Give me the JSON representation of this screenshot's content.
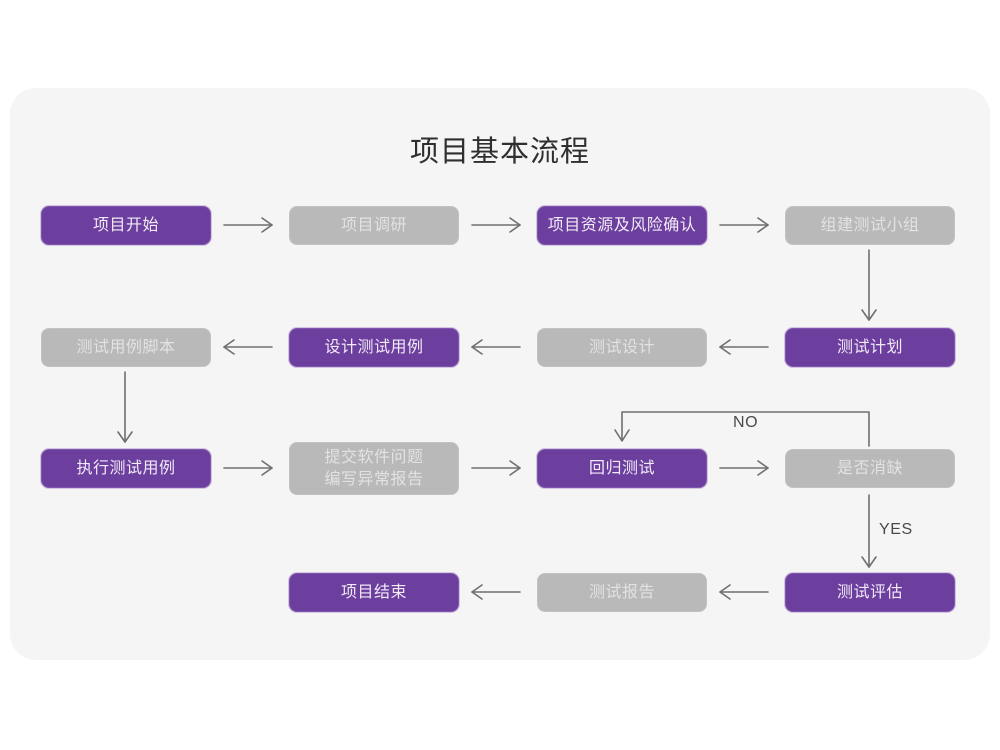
{
  "page": {
    "background": "#ffffff",
    "panel_color": "#f5f5f5"
  },
  "title": "项目基本流程",
  "theme": {
    "purple": "#6c3f9e",
    "purple_text": "#f2eaf8",
    "gray": "#b9b9b9",
    "gray_text": "#e2e2e2",
    "line": "#6f6f6f",
    "title_color": "#2f2f2f"
  },
  "chart_data": {
    "type": "diagram",
    "title": "项目基本流程",
    "nodes": [
      {
        "id": "n1",
        "label": "项目开始",
        "style": "purple",
        "row": 1,
        "col": 1
      },
      {
        "id": "n2",
        "label": "项目调研",
        "style": "gray",
        "row": 1,
        "col": 2
      },
      {
        "id": "n3",
        "label": "项目资源及风险确认",
        "style": "purple",
        "row": 1,
        "col": 3
      },
      {
        "id": "n4",
        "label": "组建测试小组",
        "style": "gray",
        "row": 1,
        "col": 4
      },
      {
        "id": "n5",
        "label": "测试用例脚本",
        "style": "gray",
        "row": 2,
        "col": 1
      },
      {
        "id": "n6",
        "label": "设计测试用例",
        "style": "purple",
        "row": 2,
        "col": 2
      },
      {
        "id": "n7",
        "label": "测试设计",
        "style": "gray",
        "row": 2,
        "col": 3
      },
      {
        "id": "n8",
        "label": "测试计划",
        "style": "purple",
        "row": 2,
        "col": 4
      },
      {
        "id": "n9",
        "label": "执行测试用例",
        "style": "purple",
        "row": 3,
        "col": 1
      },
      {
        "id": "n10",
        "label": "提交软件问题\n编写异常报告",
        "style": "gray",
        "row": 3,
        "col": 2
      },
      {
        "id": "n11",
        "label": "回归测试",
        "style": "purple",
        "row": 3,
        "col": 3
      },
      {
        "id": "n12",
        "label": "是否消缺",
        "style": "gray",
        "row": 3,
        "col": 4
      },
      {
        "id": "n13",
        "label": "项目结束",
        "style": "purple",
        "row": 4,
        "col": 2
      },
      {
        "id": "n14",
        "label": "测试报告",
        "style": "gray",
        "row": 4,
        "col": 3
      },
      {
        "id": "n15",
        "label": "测试评估",
        "style": "purple",
        "row": 4,
        "col": 4
      }
    ],
    "edges": [
      {
        "from": "n1",
        "to": "n2",
        "dir": "right",
        "label": ""
      },
      {
        "from": "n2",
        "to": "n3",
        "dir": "right",
        "label": ""
      },
      {
        "from": "n3",
        "to": "n4",
        "dir": "right",
        "label": ""
      },
      {
        "from": "n4",
        "to": "n8",
        "dir": "down",
        "label": ""
      },
      {
        "from": "n8",
        "to": "n7",
        "dir": "left",
        "label": ""
      },
      {
        "from": "n7",
        "to": "n6",
        "dir": "left",
        "label": ""
      },
      {
        "from": "n6",
        "to": "n5",
        "dir": "left",
        "label": ""
      },
      {
        "from": "n5",
        "to": "n9",
        "dir": "down",
        "label": ""
      },
      {
        "from": "n9",
        "to": "n10",
        "dir": "right",
        "label": ""
      },
      {
        "from": "n10",
        "to": "n11",
        "dir": "right",
        "label": ""
      },
      {
        "from": "n11",
        "to": "n12",
        "dir": "right",
        "label": ""
      },
      {
        "from": "n12",
        "to": "n11",
        "dir": "loop-up-left",
        "label": "NO"
      },
      {
        "from": "n12",
        "to": "n15",
        "dir": "down",
        "label": "YES"
      },
      {
        "from": "n15",
        "to": "n14",
        "dir": "left",
        "label": ""
      },
      {
        "from": "n14",
        "to": "n13",
        "dir": "left",
        "label": ""
      }
    ],
    "edge_labels": [
      "NO",
      "YES"
    ]
  }
}
